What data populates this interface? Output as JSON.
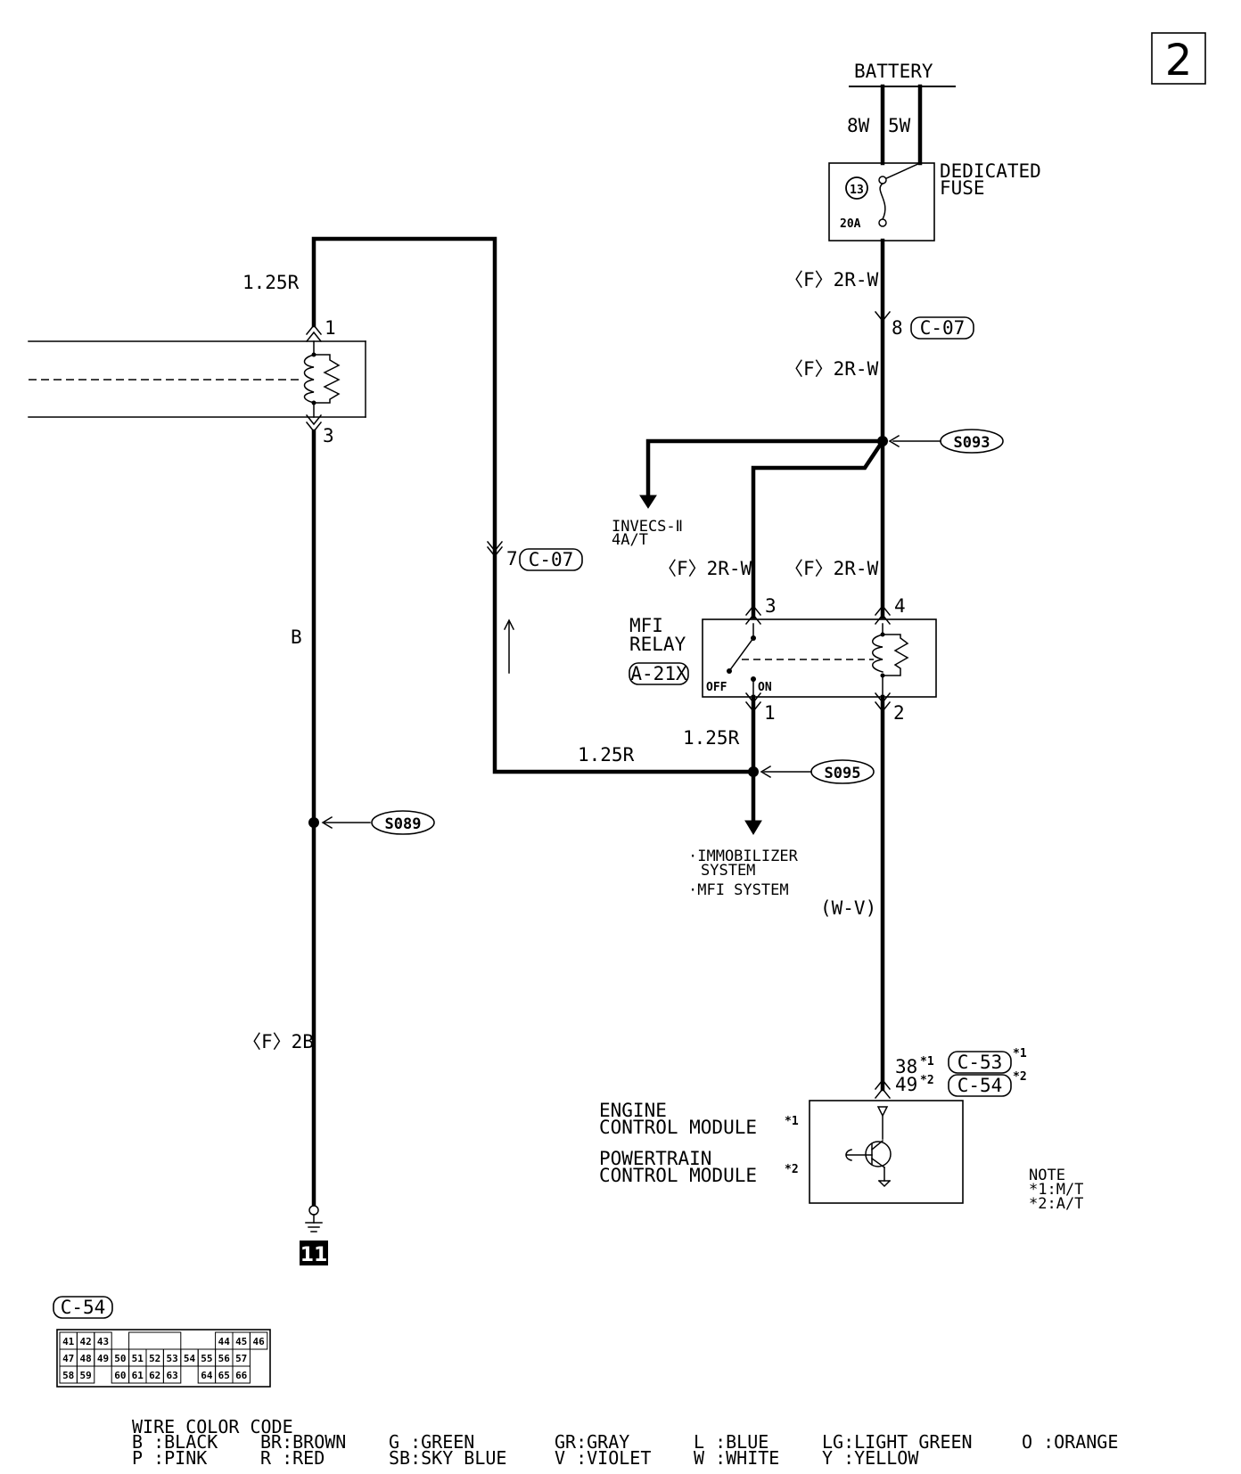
{
  "page_number": "2",
  "battery": {
    "label": "BATTERY",
    "left_wire": "8W",
    "right_wire": "5W"
  },
  "fuse": {
    "label_line1": "DEDICATED",
    "label_line2": "FUSE",
    "number": "13",
    "rating": "20A"
  },
  "wires": {
    "fuse_out": "〈F〉2R-W",
    "after_c07": "〈F〉2R-W",
    "relay_in3": "〈F〉2R-W",
    "relay_in4": "〈F〉2R-W",
    "left_top": "1.25R",
    "left_b": "B",
    "left_bottom": "〈F〉2B",
    "relay_out1": "1.25R",
    "horizontal": "1.25R",
    "ecm_line": "(W-V)"
  },
  "connectors": {
    "c07_pin8": "8",
    "c07_pin7": "7",
    "c07": "C-07",
    "c53": "C-53",
    "c54": "C-54",
    "ecm_pin_a": "38",
    "ecm_pin_b": "49",
    "star1": "*1",
    "star2": "*2"
  },
  "splices": {
    "s093": "S093",
    "s095": "S095",
    "s089": "S089"
  },
  "invecs": {
    "line1": "INVECS-Ⅱ",
    "line2": "4A/T"
  },
  "left_component": {
    "pin_top": "1",
    "pin_bottom": "3"
  },
  "relay": {
    "label_line1": "MFI",
    "label_line2": "RELAY",
    "code": "A-21X",
    "pin3": "3",
    "pin4": "4",
    "pin1": "1",
    "pin2": "2",
    "off": "OFF",
    "on": "ON"
  },
  "systems": {
    "line1": "·IMMOBILIZER",
    "line2": "SYSTEM",
    "line3": "·MFI SYSTEM"
  },
  "ecm": {
    "line1": "ENGINE",
    "line2": "CONTROL MODULE",
    "line3": "POWERTRAIN",
    "line4": "CONTROL MODULE"
  },
  "note": {
    "title": "NOTE",
    "line1": "*1:M/T",
    "line2": "*2:A/T"
  },
  "ground_ref": "11",
  "connector_grid": {
    "label": "C-54",
    "row1": [
      "41",
      "42",
      "43",
      "",
      "",
      "",
      "",
      "",
      "",
      "44",
      "45",
      "46"
    ],
    "row2": [
      "47",
      "48",
      "49",
      "50",
      "51",
      "52",
      "53",
      "54",
      "55",
      "56",
      "57",
      ""
    ],
    "row3": [
      "58",
      "59",
      "",
      "60",
      "61",
      "62",
      "63",
      "",
      "64",
      "65",
      "66",
      ""
    ]
  },
  "wire_color_code": {
    "title": "WIRE COLOR CODE",
    "items": [
      "B :BLACK",
      "BR:BROWN",
      "G :GREEN",
      "GR:GRAY",
      "L :BLUE",
      "LG:LIGHT GREEN",
      "O :ORANGE",
      "P :PINK",
      "R :RED",
      "SB:SKY BLUE",
      "V :VIOLET",
      "W :WHITE",
      "Y :YELLOW"
    ]
  }
}
